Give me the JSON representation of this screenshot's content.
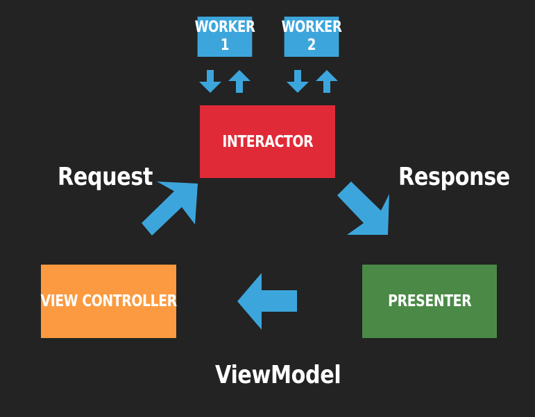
{
  "workers": [
    {
      "line1": "WORKER",
      "line2": "1"
    },
    {
      "line1": "WORKER",
      "line2": "2"
    }
  ],
  "interactor": {
    "label": "INTERACTOR",
    "color": "#e02a37"
  },
  "view_controller": {
    "label": "VIEW CONTROLLER",
    "color": "#fb9a40"
  },
  "presenter": {
    "label": "PRESENTER",
    "color": "#4a8a46"
  },
  "worker_color": "#3ca6dc",
  "arrow_color": "#3ca6dc",
  "background": "#232323",
  "flow_labels": {
    "request": "Request",
    "response": "Response",
    "view_model": "ViewModel"
  },
  "icons": {
    "down": "arrow-down-icon",
    "up": "arrow-up-icon",
    "request": "arrow-up-right-icon",
    "response": "arrow-down-right-icon",
    "view_model": "arrow-left-icon"
  }
}
